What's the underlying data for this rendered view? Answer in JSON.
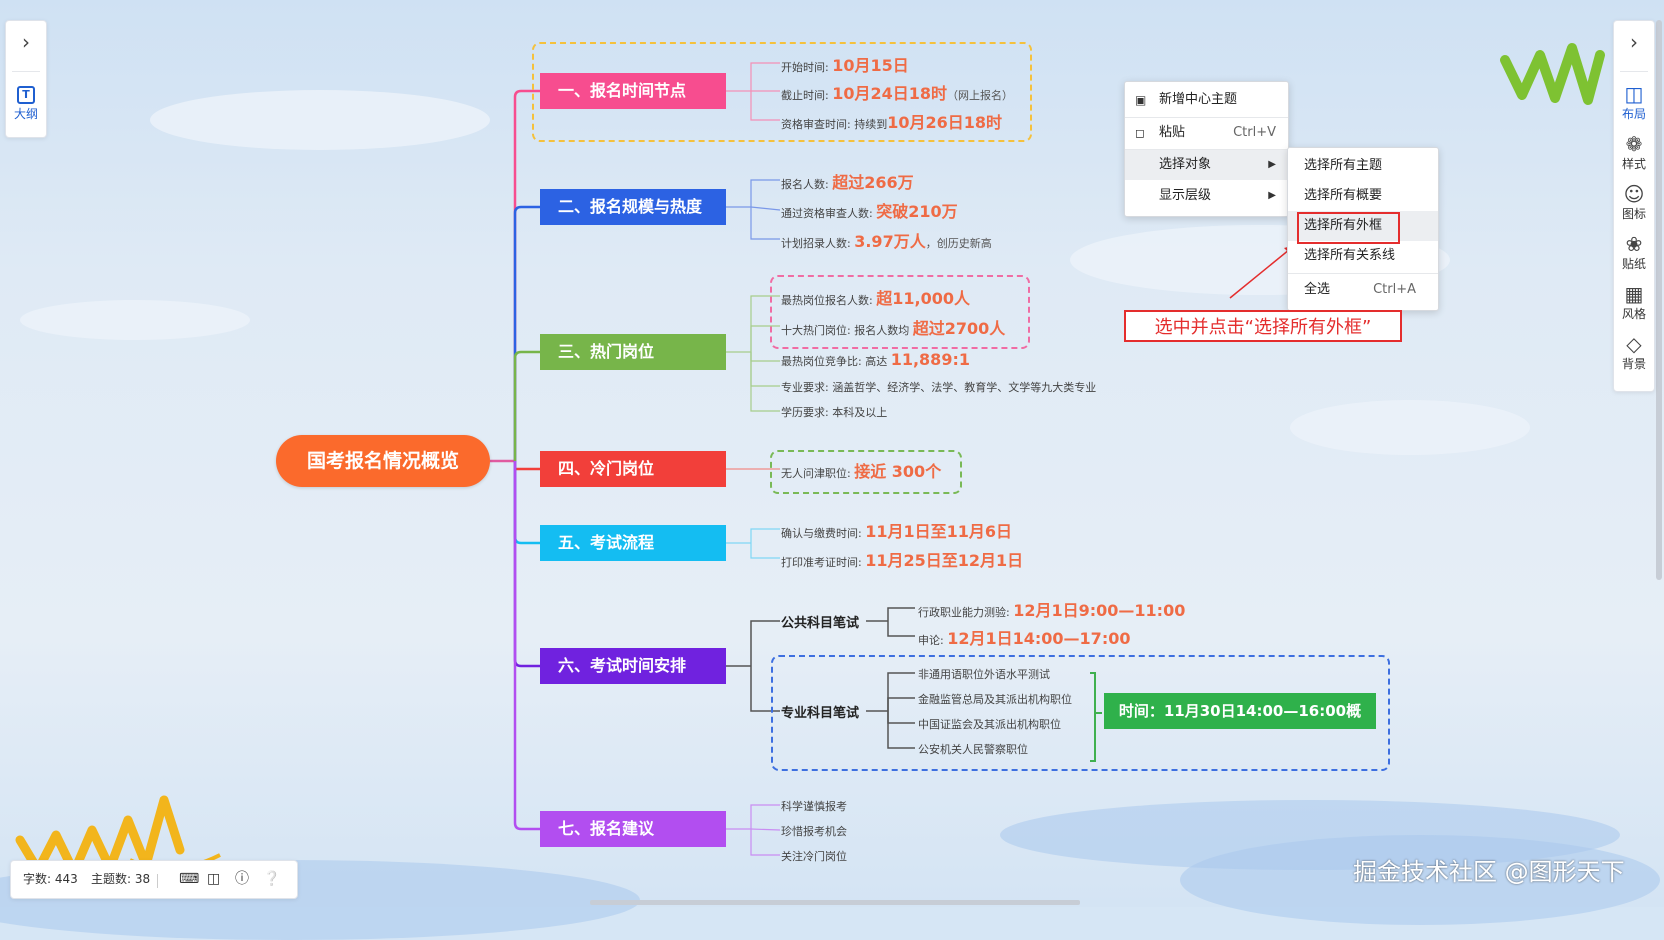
{
  "colors": {
    "root": "#fb6a2c",
    "topic_1": "#f74d8f",
    "topic_2": "#2c62e3",
    "topic_3": "#77b54a",
    "topic_4": "#f23f3a",
    "topic_5": "#14bdf2",
    "topic_6": "#7022df",
    "topic_7": "#b24ef0",
    "highlight": "#ef6b45",
    "annotation": "#e42d2d"
  },
  "left_panel": {
    "expand_icon": "chevron-right-icon",
    "outline_label": "大纲"
  },
  "right_panel": {
    "expand_icon": "chevron-right-icon",
    "items": [
      {
        "label": "布局",
        "icon": "layout-icon"
      },
      {
        "label": "样式",
        "icon": "palette-icon"
      },
      {
        "label": "图标",
        "icon": "smiley-icon"
      },
      {
        "label": "贴纸",
        "icon": "flower-icon"
      },
      {
        "label": "风格",
        "icon": "grid-icon"
      },
      {
        "label": "背景",
        "icon": "layers-icon"
      }
    ]
  },
  "mindmap": {
    "root": "国考报名情况概览",
    "topics": [
      {
        "title": "一、报名时间节点",
        "children": [
          {
            "label": "开始时间:",
            "value": "10月15日",
            "suffix": ""
          },
          {
            "label": "截止时间:",
            "value": "10月24日18时",
            "suffix": "（网上报名）"
          },
          {
            "label": "资格审查时间:  持续到",
            "value": "10月26日18时",
            "suffix": ""
          }
        ]
      },
      {
        "title": "二、报名规模与热度",
        "children": [
          {
            "label": "报名人数:",
            "value": "超过266万",
            "suffix": ""
          },
          {
            "label": "通过资格审查人数:",
            "value": "突破210万",
            "suffix": ""
          },
          {
            "label": "计划招录人数:",
            "value": "3.97万人",
            "suffix": "，创历史新高"
          }
        ]
      },
      {
        "title": "三、热门岗位",
        "children": [
          {
            "label": "最热岗位报名人数:",
            "value": "超11,000人",
            "suffix": ""
          },
          {
            "label": "十大热门岗位:  报名人数均",
            "value": "超过2700人",
            "suffix": ""
          },
          {
            "label": "最热岗位竞争比:  高达",
            "value": "11,889:1",
            "suffix": ""
          },
          {
            "label": "专业要求:  涵盖哲学、经济学、法学、教育学、文学等九大类专业",
            "value": "",
            "suffix": ""
          },
          {
            "label": "学历要求:  本科及以上",
            "value": "",
            "suffix": ""
          }
        ]
      },
      {
        "title": "四、冷门岗位",
        "children": [
          {
            "label": "无人问津职位:",
            "value": "接近 300个",
            "suffix": ""
          }
        ]
      },
      {
        "title": "五、考试流程",
        "children": [
          {
            "label": "确认与缴费时间:",
            "value": "11月1日至11月6日",
            "suffix": ""
          },
          {
            "label": "打印准考证时间:",
            "value": "11月25日至12月1日",
            "suffix": ""
          }
        ]
      },
      {
        "title": "六、考试时间安排",
        "public": {
          "label": "公共科目笔试",
          "children": [
            {
              "label": "行政职业能力测验:",
              "value": "12月1日9:00—11:00"
            },
            {
              "label": "申论:",
              "value": "12月1日14:00—17:00"
            }
          ]
        },
        "professional": {
          "label": "专业科目笔试",
          "children": [
            "非通用语职位外语水平测试",
            "金融监管总局及其派出机构职位",
            "中国证监会及其派出机构职位",
            "公安机关人民警察职位"
          ],
          "summary": "时间：11月30日14:00—16:00概"
        }
      },
      {
        "title": "七、报名建议",
        "children": [
          "科学谨慎报考",
          "珍惜报考机会",
          "关注冷门岗位"
        ]
      }
    ]
  },
  "context_menu": {
    "items": [
      {
        "label": "新增中心主题",
        "shortcut": "",
        "icon": "add-topic-icon"
      },
      {
        "label": "粘贴",
        "shortcut": "Ctrl+V",
        "icon": "paste-icon"
      },
      {
        "label": "选择对象",
        "shortcut": "",
        "has_submenu": true
      },
      {
        "label": "显示层级",
        "shortcut": "",
        "has_submenu": true
      }
    ],
    "submenu": [
      {
        "label": "选择所有主题",
        "shortcut": ""
      },
      {
        "label": "选择所有概要",
        "shortcut": ""
      },
      {
        "label": "选择所有外框",
        "shortcut": ""
      },
      {
        "label": "选择所有关系线",
        "shortcut": ""
      },
      {
        "label": "全选",
        "shortcut": "Ctrl+A"
      }
    ]
  },
  "annotation": "选中并点击“选择所有外框”",
  "status_bar": {
    "word_count": "字数: 443",
    "topic_count": "主题数: 38"
  },
  "watermark": "掘金技术社区 @图形天下"
}
